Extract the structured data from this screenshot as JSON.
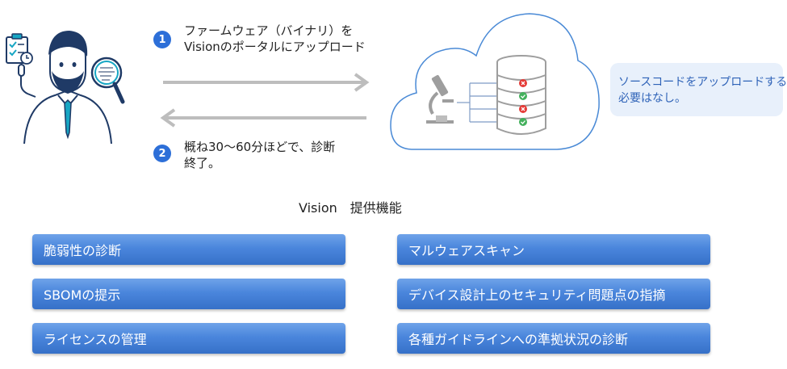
{
  "step1": {
    "number": "1",
    "lines": [
      "ファームウェア（バイナリ）を",
      "Visionのポータルにアップロード"
    ]
  },
  "step2": {
    "number": "2",
    "lines": [
      "概ね30〜60分ほどで、診断",
      "終了。"
    ]
  },
  "note": {
    "lines": [
      "ソースコードをアップロードする",
      "必要はなし。"
    ]
  },
  "section_title": "Vision　提供機能",
  "features_left": [
    "脆弱性の診断",
    "SBOMの提示",
    "ライセンスの管理"
  ],
  "features_right": [
    "マルウェアスキャン",
    "デバイス設計上のセキュリティ問題点の指摘",
    "各種ガイドラインへの準拠状況の診断"
  ],
  "icons": [
    "clipboard-check-icon",
    "person-icon",
    "magnifier-icon",
    "cloud-icon",
    "microscope-icon",
    "database-icon",
    "error-icon",
    "check-icon"
  ],
  "colors": {
    "accent": "#2d6fd8",
    "line": "#1f3a66",
    "cyan": "#17a6c4",
    "error": "#e53935",
    "ok": "#43b05c",
    "arrow": "#bdbdbd",
    "note_bg": "#e8f0fb",
    "note_text": "#2f63b8"
  }
}
